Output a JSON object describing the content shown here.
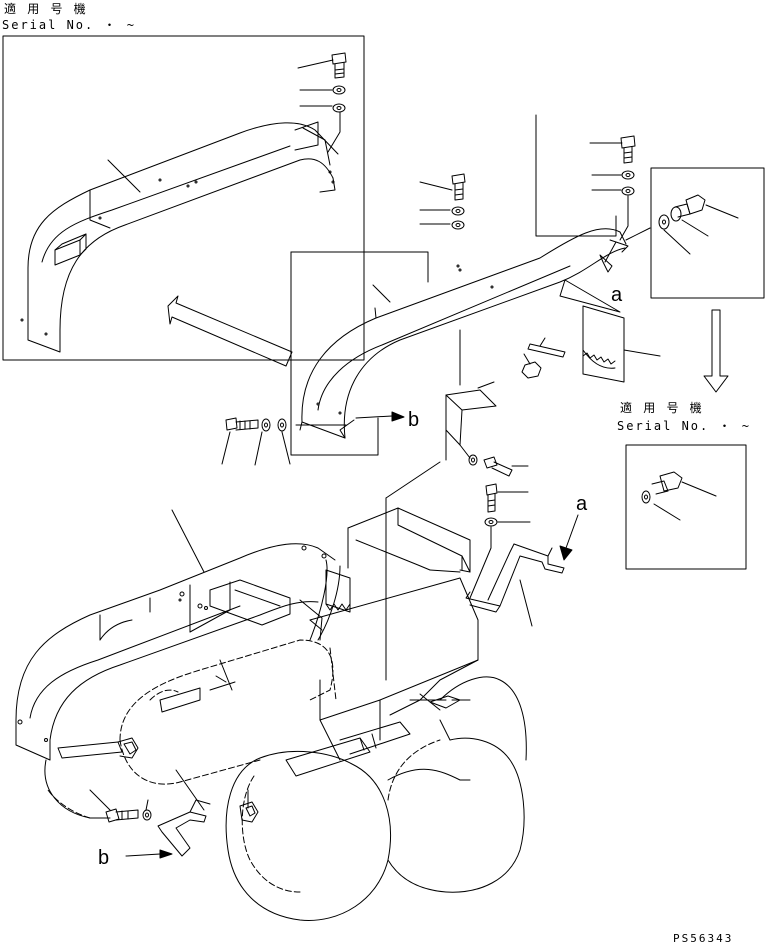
{
  "header_applicable": {
    "label": "適 用 号 機",
    "serial_text": "Serial No.  ・  ~"
  },
  "side_applicable": {
    "label": "適 用 号 機",
    "serial_text": "Serial No.  ・  ~"
  },
  "reference_letters": {
    "a_upper": "a",
    "a_lower": "a",
    "b_upper": "b",
    "b_lower": "b"
  },
  "drawing_number": "PS56343"
}
